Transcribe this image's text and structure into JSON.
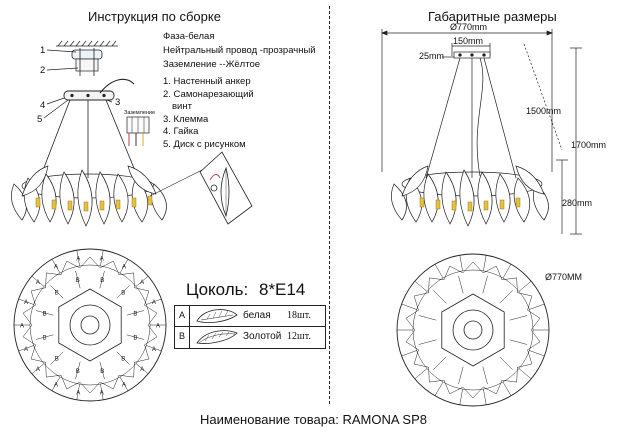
{
  "left": {
    "title": "Инструкция по сборке",
    "wiring": [
      "Фаза-белая",
      "Нейтральный провод -прозрачный",
      "Заземление --Жёлтое"
    ],
    "parts": [
      "1. Настенный анкер",
      "2. Самонарезающий",
      "винт",
      "3. Клемма",
      "4. Гайка",
      "5. Диск с рисунком"
    ],
    "callouts": [
      "1",
      "2",
      "3",
      "4",
      "5"
    ],
    "ground_label": "Заземление"
  },
  "right": {
    "title": "Габаритные размеры",
    "dims": {
      "diameter_top": "Ø770mm",
      "canopy": "150mm",
      "offset": "25mm",
      "chain": "1500mm",
      "total": "1700mm",
      "body": "280mm",
      "diameter_plan": "Ø770MM"
    }
  },
  "socket": {
    "label": "Цоколь:",
    "value": "8*E14"
  },
  "legend": [
    {
      "key": "A",
      "name": "белая",
      "qty": "18шт."
    },
    {
      "key": "B",
      "name": "Золотой",
      "qty": "12шт."
    }
  ],
  "product": {
    "label": "Наименование товара:",
    "name": "RAMONA SP8"
  },
  "leaf_letters": {
    "a": "A",
    "b": "B"
  },
  "colors": {
    "line": "#111111",
    "leaf_fill": "#ffffff",
    "bulb": "#e8c23a",
    "wire_red": "#b3262e"
  }
}
